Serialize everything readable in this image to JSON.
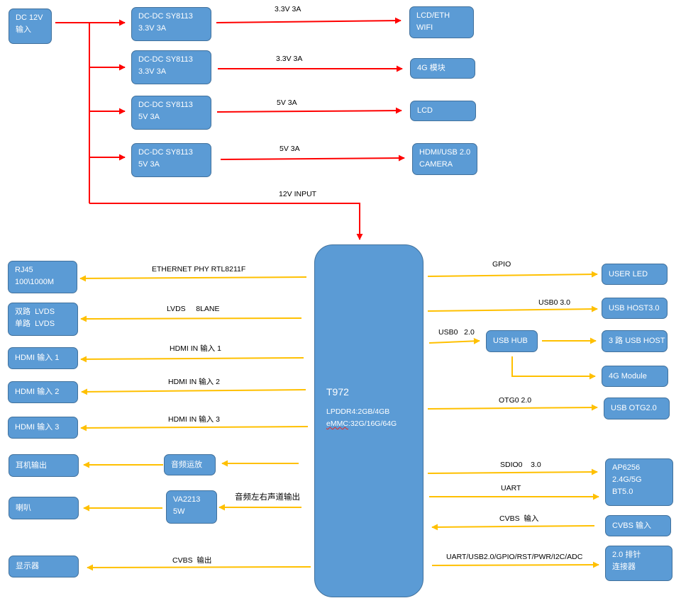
{
  "power": {
    "input": "DC 12V\n输入",
    "dcdc": [
      {
        "name": "DC-DC SY8113\n3.3V 3A",
        "rail": "3.3V 3A",
        "load": "LCD/ETH\nWIFI"
      },
      {
        "name": "DC-DC SY8113\n3.3V 3A",
        "rail": "3.3V 3A",
        "load": "4G 模块"
      },
      {
        "name": "DC-DC SY8113\n5V 3A",
        "rail": "5V 3A",
        "load": "LCD"
      },
      {
        "name": "DC-DC SY8113\n5V 3A",
        "rail": "5V 3A",
        "load": "HDMI/USB 2.0\nCAMERA"
      }
    ],
    "soc_feed": "12V INPUT"
  },
  "soc": {
    "name": "T972",
    "memory": "LPDDR4:2GB/4GB",
    "storage_prefix": "eMMC",
    "storage_rest": ":32G/16G/64G"
  },
  "left": {
    "rj45": "RJ45\n100\\1000M",
    "ethernet": "ETHERNET PHY RTL8211F",
    "lvds_box": "双路  LVDS\n单路  LVDS",
    "lvds": "LVDS     8LANE",
    "hdmi1_box": "HDMI 输入 1",
    "hdmi1": "HDMI IN 输入 1",
    "hdmi2_box": "HDMI 输入 2",
    "hdmi2": "HDMI IN 输入 2",
    "hdmi3_box": "HDMI 输入 3",
    "hdmi3": "HDMI IN 输入 3",
    "earphone": "耳机输出",
    "audio_amp": "音频运放",
    "speaker": "喇叭",
    "va": "VA2213\n5W",
    "audio_lr": "音频左右声道输出",
    "display": "显示器",
    "cvbs_out": "CVBS  输出"
  },
  "right": {
    "gpio": "GPIO",
    "user_led": "USER LED",
    "usb0_30": "USB0 3.0",
    "usb_host30": "USB HOST3.0",
    "usb0_20": "USB0   2.0",
    "usb_hub": "USB HUB",
    "usb_host3": "3 路 USB HOST",
    "module_4g": "4G Module",
    "otg0": "OTG0 2.0",
    "usb_otg": "USB OTG2.0",
    "sdio0": "SDIO0    3.0",
    "uart": "UART",
    "ap6256": "AP6256\n2.4G/5G\nBT5.0",
    "cvbs_in": "CVBS  输入",
    "cvbs_in_box": "CVBS 输入",
    "misc": "UART/USB2.0/GPIO/RST/PWR/I2C/ADC",
    "connector": "2.0 排针\n连接器"
  },
  "colors": {
    "box_fill": "#5b9bd5",
    "box_border": "#41719c",
    "power_arrow": "#ff0000",
    "signal_arrow": "#ffc000"
  }
}
